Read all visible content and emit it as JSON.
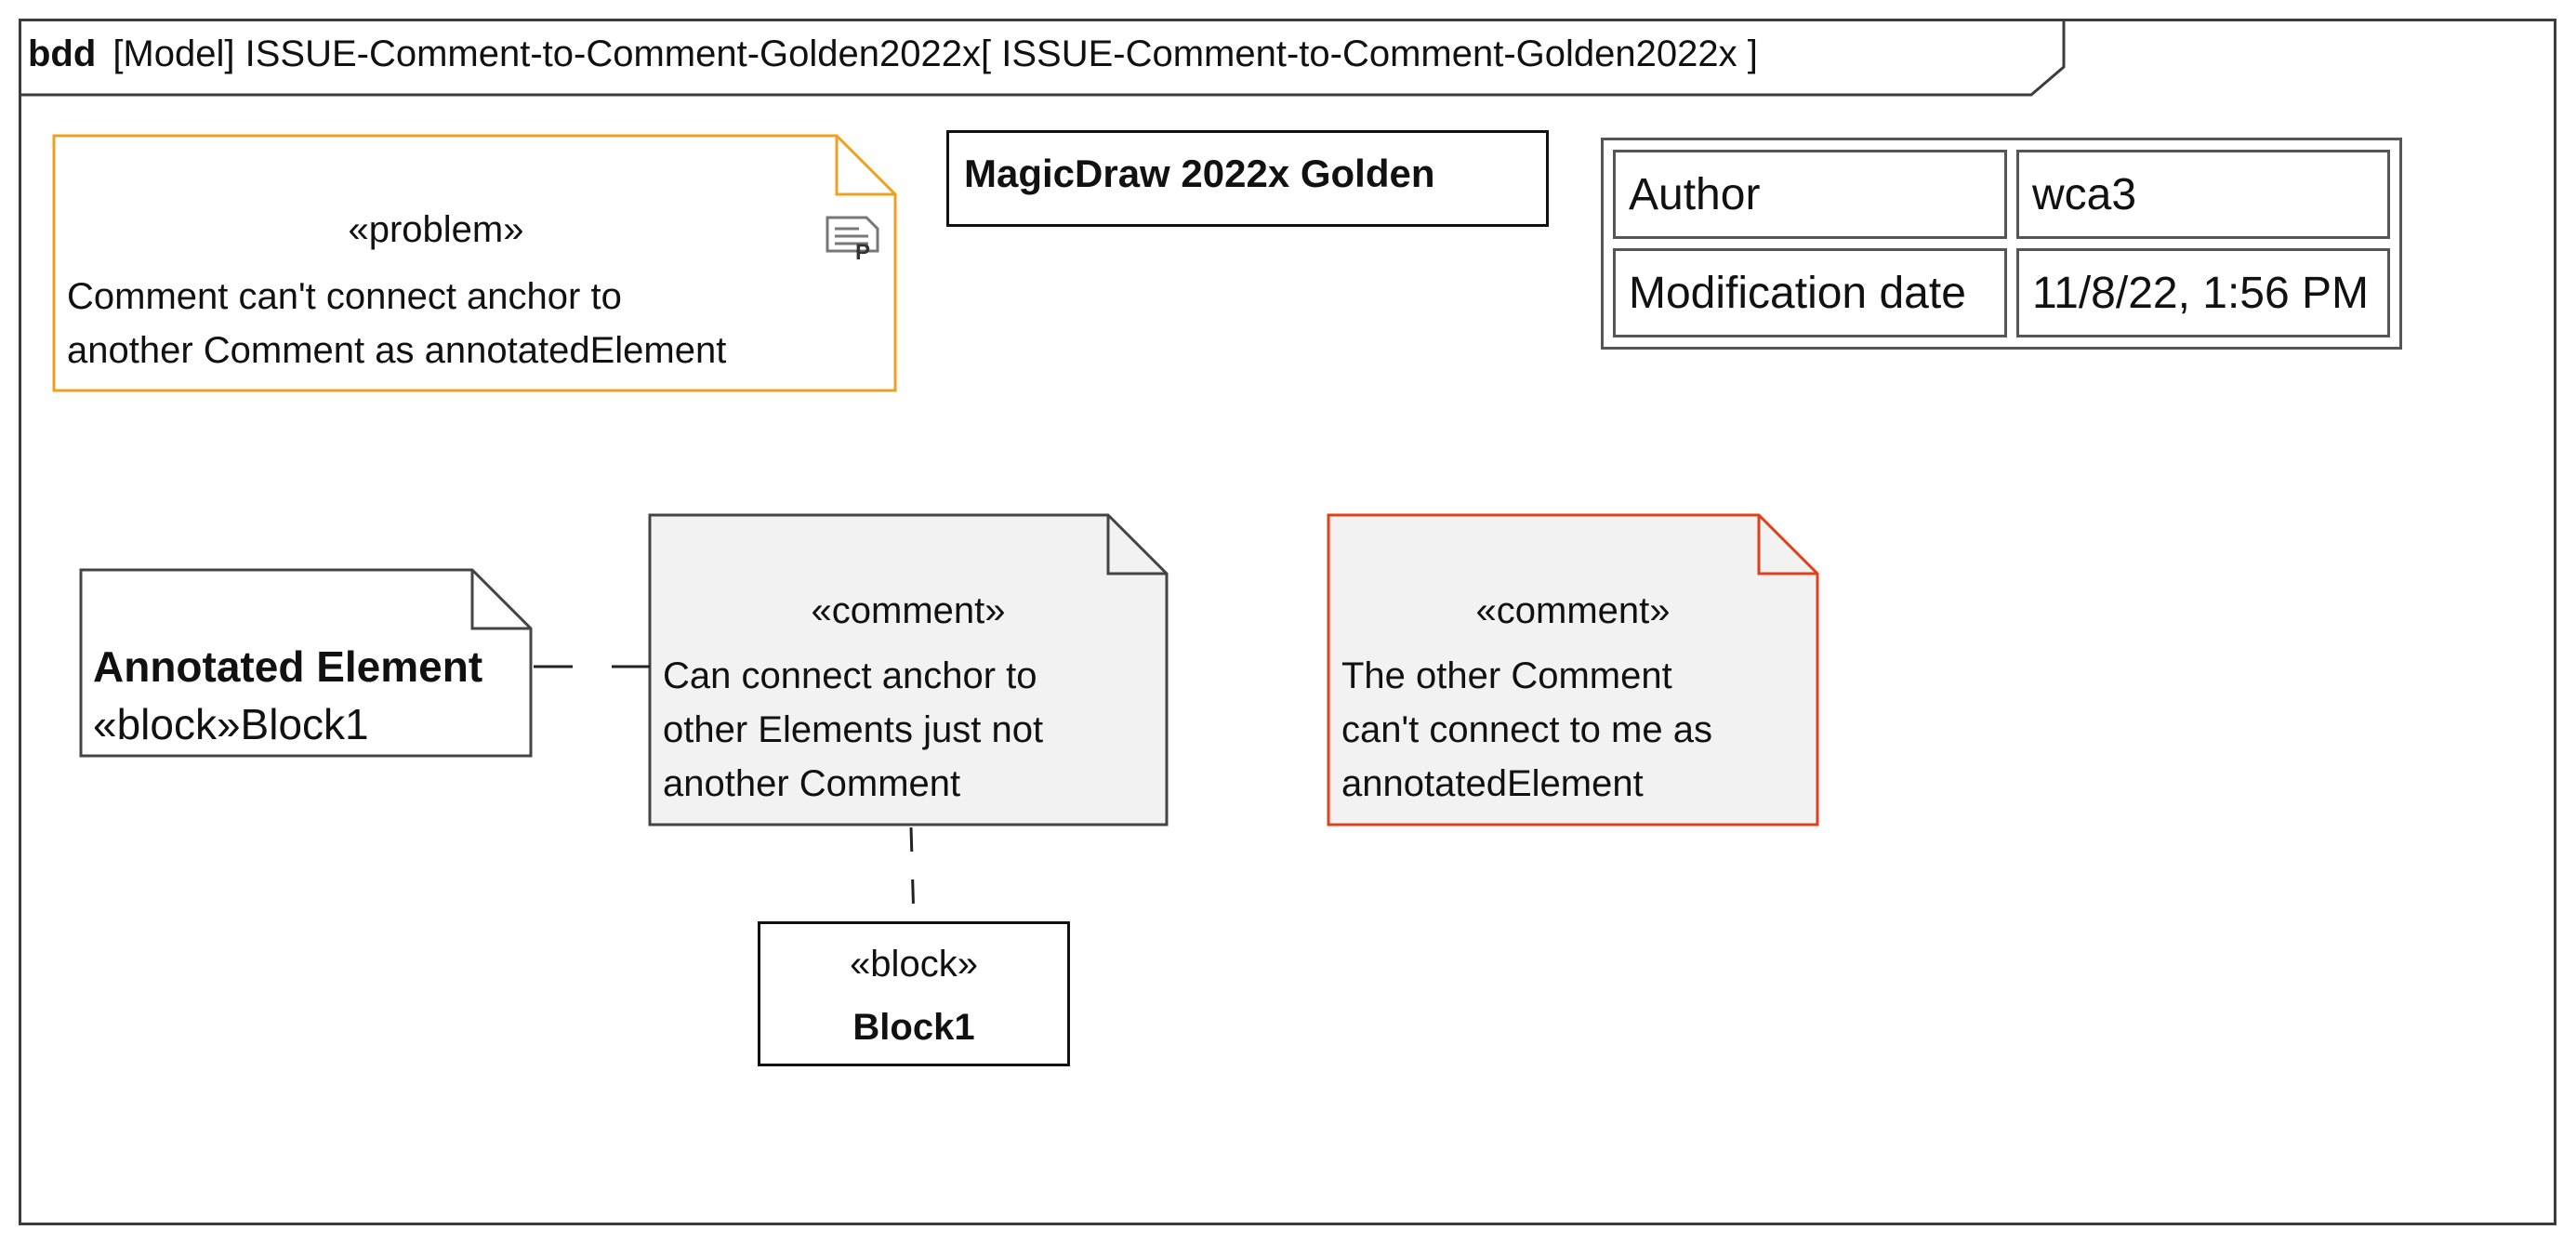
{
  "diagram": {
    "kind": "bdd",
    "title": "[Model] ISSUE-Comment-to-Comment-Golden2022x[  ISSUE-Comment-to-Comment-Golden2022x ]"
  },
  "problem_note": {
    "stereotype": "«problem»",
    "line1": "Comment can't connect anchor to",
    "line2": "another Comment as annotatedElement",
    "icon_letter": "P",
    "border_color": "#f0a020"
  },
  "golden_label": "MagicDraw 2022x Golden",
  "info_table": {
    "rows": [
      {
        "key": "Author",
        "value": "wca3"
      },
      {
        "key": "Modification date",
        "value": "11/8/22, 1:56 PM"
      }
    ]
  },
  "annotated_note": {
    "title": "Annotated Element",
    "subtitle": "«block»Block1"
  },
  "comment_note": {
    "stereotype": "«comment»",
    "line1": "Can connect anchor to",
    "line2": "other Elements just not",
    "line3": "another Comment",
    "fill": "#f2f2f2"
  },
  "other_comment_note": {
    "stereotype": "«comment»",
    "line1": "The other Comment",
    "line2": "can't connect to me as",
    "line3": "annotatedElement",
    "border_color": "#e0401a"
  },
  "block": {
    "stereotype": "«block»",
    "name": "Block1"
  }
}
